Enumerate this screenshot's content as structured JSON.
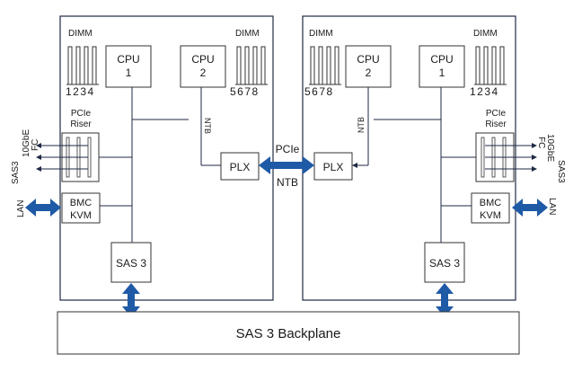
{
  "left_node": {
    "dimm_a": {
      "label": "DIMM",
      "slots": "1234"
    },
    "dimm_b": {
      "label": "DIMM",
      "slots": "5678"
    },
    "cpu1": {
      "line1": "CPU",
      "line2": "1"
    },
    "cpu2": {
      "line1": "CPU",
      "line2": "2"
    },
    "ntb": "NTB",
    "riser": {
      "line1": "PCIe",
      "line2": "Riser"
    },
    "fc": "FC",
    "tengbe": "10GbE",
    "sas3_port": "SAS3",
    "plx": "PLX",
    "bmc": {
      "line1": "BMC",
      "line2": "KVM"
    },
    "lan": "LAN",
    "sas3": "SAS 3"
  },
  "right_node": {
    "dimm_a": {
      "label": "DIMM",
      "slots": "1234"
    },
    "dimm_b": {
      "label": "DIMM",
      "slots": "5678"
    },
    "cpu1": {
      "line1": "CPU",
      "line2": "1"
    },
    "cpu2": {
      "line1": "CPU",
      "line2": "2"
    },
    "ntb": "NTB",
    "riser": {
      "line1": "PCIe",
      "line2": "Riser"
    },
    "fc": "FC",
    "tengbe": "10GbE",
    "sas3_port": "SAS3",
    "plx": "PLX",
    "bmc": {
      "line1": "BMC",
      "line2": "KVM"
    },
    "lan": "LAN",
    "sas3": "SAS 3"
  },
  "link": {
    "top": "PCIe",
    "bottom": "NTB"
  },
  "backplane": "SAS 3 Backplane",
  "colors": {
    "arrow": "#1f5aa6",
    "line": "#1f2a44"
  }
}
